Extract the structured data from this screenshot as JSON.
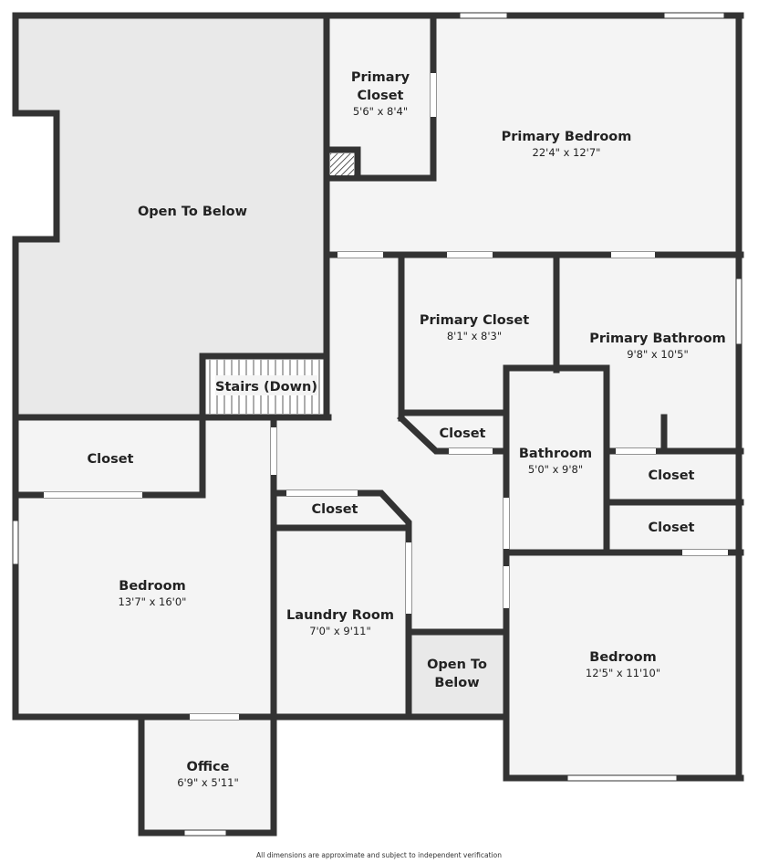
{
  "colors": {
    "wall": "#333333",
    "floor": "#f4f4f4",
    "open_to_below": "#e9e9e9",
    "window": "#ffffff",
    "text": "#222222"
  },
  "rooms": {
    "open_to_below_main": {
      "name": "Open To Below"
    },
    "primary_closet_small": {
      "name_line1": "Primary",
      "name_line2": "Closet",
      "dims": "5'6\" x 8'4\""
    },
    "primary_bedroom": {
      "name": "Primary Bedroom",
      "dims": "22'4\" x 12'7\""
    },
    "primary_closet": {
      "name": "Primary Closet",
      "dims": "8'1\" x 8'3\""
    },
    "primary_bathroom": {
      "name": "Primary Bathroom",
      "dims": "9'8\" x 10'5\""
    },
    "stairs": {
      "name": "Stairs (Down)"
    },
    "closet_angled": {
      "name": "Closet"
    },
    "bathroom": {
      "name": "Bathroom",
      "dims": "5'0\" x 9'8\""
    },
    "closet_left": {
      "name": "Closet"
    },
    "closet_right_1": {
      "name": "Closet"
    },
    "closet_laundry": {
      "name": "Closet"
    },
    "closet_right_2": {
      "name": "Closet"
    },
    "bedroom_left": {
      "name": "Bedroom",
      "dims": "13'7\" x 16'0\""
    },
    "laundry_room": {
      "name": "Laundry Room",
      "dims": "7'0\" x 9'11\""
    },
    "open_to_below_small": {
      "name_line1": "Open To",
      "name_line2": "Below"
    },
    "bedroom_right": {
      "name": "Bedroom",
      "dims": "12'5\" x 11'10\""
    },
    "office": {
      "name": "Office",
      "dims": "6'9\" x 5'11\""
    }
  },
  "disclaimer": "All dimensions are approximate and subject to independent verification"
}
